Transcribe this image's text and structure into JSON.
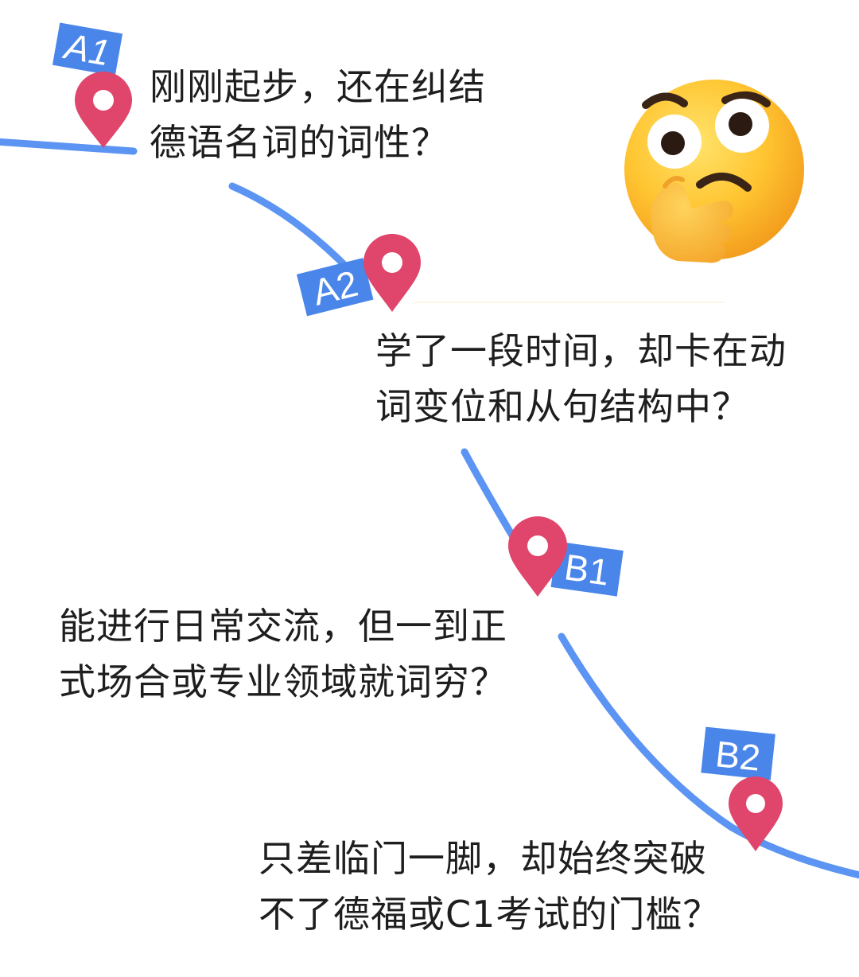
{
  "stages": [
    {
      "level": "A1",
      "lines": [
        "刚刚起步，还在纠结",
        "德语名词的词性？"
      ]
    },
    {
      "level": "A2",
      "lines": [
        "学了一段时间，却卡在动",
        "词变位和从句结构中？"
      ]
    },
    {
      "level": "B1",
      "lines": [
        "能进行日常交流，但一到正",
        "式场合或专业领域就词穷？"
      ]
    },
    {
      "level": "B2",
      "lines": [
        "只差临门一脚，却始终突破",
        "不了德福或C1考试的门槛？"
      ]
    }
  ],
  "colors": {
    "path": "#5b94f2",
    "badge": "#4a86ea",
    "pin": "#e0456c",
    "text": "#1e1e1e"
  },
  "icons": [
    "map-pin-icon",
    "thinking-face-emoji"
  ]
}
